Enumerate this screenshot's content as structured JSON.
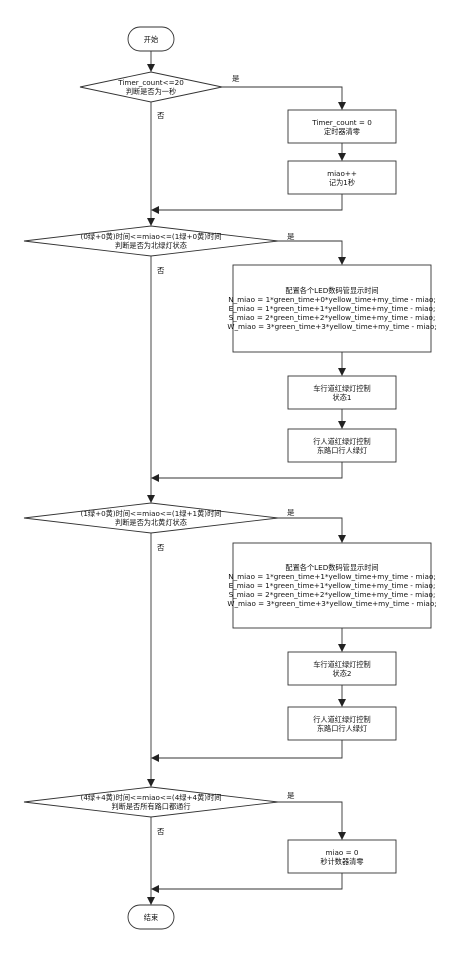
{
  "start": "开始",
  "end": "结束",
  "yes": "是",
  "no": "否",
  "d1": [
    "Timer_count<=20",
    "判断是否为一秒"
  ],
  "p1": [
    "Timer_count = 0",
    "定时器清零"
  ],
  "p2": [
    "miao++",
    "记为1秒"
  ],
  "d2": [
    "(0绿+0黄)时间<=miao<=(1绿+0黄)时间",
    "判断是否为北绿灯状态"
  ],
  "p3": [
    "配置各个LED数码管显示时间",
    "N_miao = 1*green_time+0*yellow_time+my_time - miao;",
    "E_miao = 1*green_time+1*yellow_time+my_time - miao;",
    "S_miao = 2*green_time+2*yellow_time+my_time - miao;",
    "W_miao = 3*green_time+3*yellow_time+my_time - miao;"
  ],
  "p4": [
    "车行道红绿灯控制",
    "状态1"
  ],
  "p5": [
    "行人道红绿灯控制",
    "东路口行人绿灯"
  ],
  "d3": [
    "(1绿+0黄)时间<=miao<=(1绿+1黄)时间",
    "判断是否为北黄灯状态"
  ],
  "p6": [
    "配置各个LED数码管显示时间",
    "N_miao = 1*green_time+1*yellow_time+my_time - miao;",
    "E_miao = 1*green_time+1*yellow_time+my_time - miao;",
    "S_miao = 2*green_time+2*yellow_time+my_time - miao;",
    "W_miao = 3*green_time+3*yellow_time+my_time - miao;"
  ],
  "p7": [
    "车行道红绿灯控制",
    "状态2"
  ],
  "p8": [
    "行人道红绿灯控制",
    "东路口行人绿灯"
  ],
  "d4": [
    "(4绿+4黄)时间<=miao<=(4绿+4黄)时间",
    "判断是否所有路口都通行"
  ],
  "p9": [
    "miao = 0",
    "秒计数器清零"
  ]
}
